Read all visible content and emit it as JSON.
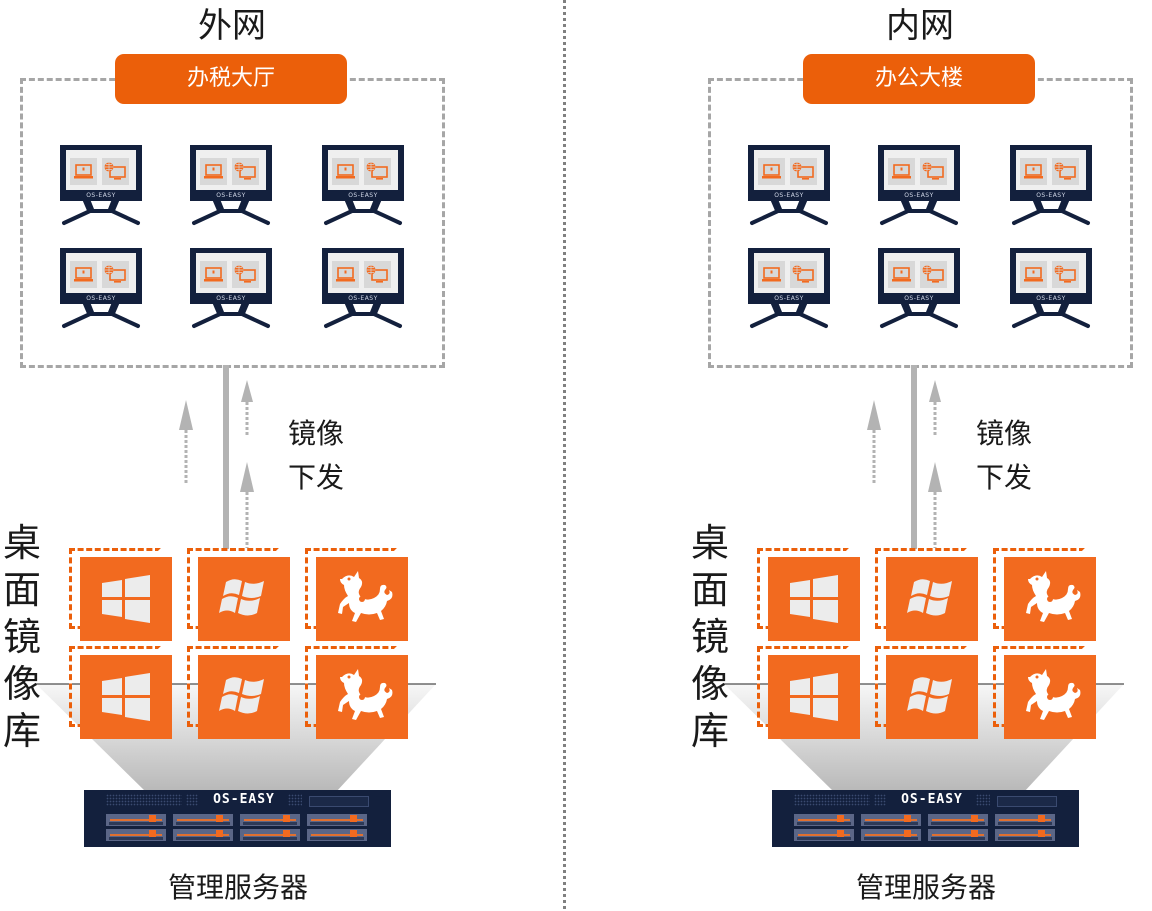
{
  "colors": {
    "accent_orange": "#eb5f0a",
    "tile_orange": "#f26a1f",
    "navy": "#13203d",
    "dash_gray": "#a6a6a6",
    "line_gray": "#b3b3b3"
  },
  "divider": {
    "style": "dotted"
  },
  "panels": [
    {
      "network_title": "外网",
      "zone_label": "办税大厅",
      "terminals": {
        "count": 6,
        "monitor_brand": "OS-EASY",
        "screen_icons": [
          "laptop-icon",
          "globe-monitor-icon"
        ]
      },
      "transfer_caption": [
        "镜像",
        "下发"
      ],
      "library_title": "桌面镜像库",
      "image_library": [
        {
          "os_icon": "windows10-logo-icon"
        },
        {
          "os_icon": "windows7-logo-icon"
        },
        {
          "os_icon": "kylin-qilin-icon"
        },
        {
          "os_icon": "windows10-logo-icon"
        },
        {
          "os_icon": "windows7-logo-icon"
        },
        {
          "os_icon": "kylin-qilin-icon"
        }
      ],
      "server": {
        "logo": "OS-EASY",
        "drive_bays": 8
      },
      "server_caption": "管理服务器"
    },
    {
      "network_title": "内网",
      "zone_label": "办公大楼",
      "terminals": {
        "count": 6,
        "monitor_brand": "OS-EASY",
        "screen_icons": [
          "laptop-icon",
          "globe-monitor-icon"
        ]
      },
      "transfer_caption": [
        "镜像",
        "下发"
      ],
      "library_title": "桌面镜像库",
      "image_library": [
        {
          "os_icon": "windows10-logo-icon"
        },
        {
          "os_icon": "windows7-logo-icon"
        },
        {
          "os_icon": "kylin-qilin-icon"
        },
        {
          "os_icon": "windows10-logo-icon"
        },
        {
          "os_icon": "windows7-logo-icon"
        },
        {
          "os_icon": "kylin-qilin-icon"
        }
      ],
      "server": {
        "logo": "OS-EASY",
        "drive_bays": 8
      },
      "server_caption": "管理服务器"
    }
  ]
}
